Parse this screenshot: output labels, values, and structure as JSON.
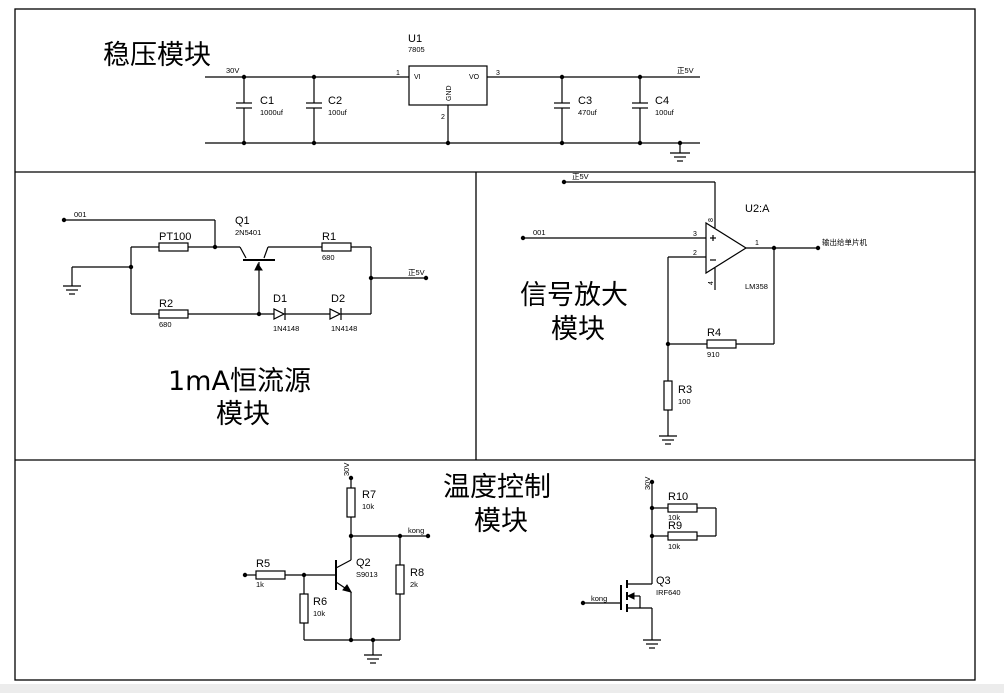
{
  "modules": {
    "regulator": "稳压模块",
    "current_source": [
      "1mA恒流源",
      "模块"
    ],
    "amplifier": [
      "信号放大",
      "模块"
    ],
    "temperature": [
      "温度控制",
      "模块"
    ]
  },
  "regulator": {
    "u1": {
      "ref": "U1",
      "value": "7805",
      "pin_in": "1",
      "pin_out": "3",
      "pin_gnd": "2",
      "lbl_vi": "VI",
      "lbl_vo": "VO",
      "lbl_gnd": "GND"
    },
    "c1": {
      "ref": "C1",
      "value": "1000uf"
    },
    "c2": {
      "ref": "C2",
      "value": "100uf"
    },
    "c3": {
      "ref": "C3",
      "value": "470uf"
    },
    "c4": {
      "ref": "C4",
      "value": "100uf"
    },
    "net_in": "30V",
    "net_out": "正5V"
  },
  "current_source": {
    "net_001": "001",
    "net_5v": "正5V",
    "pt100": {
      "ref": "PT100"
    },
    "r2": {
      "ref": "R2",
      "value": "680"
    },
    "r1": {
      "ref": "R1",
      "value": "680"
    },
    "q1": {
      "ref": "Q1",
      "value": "2N5401"
    },
    "d1": {
      "ref": "D1",
      "value": "1N4148"
    },
    "d2": {
      "ref": "D2",
      "value": "1N4148"
    }
  },
  "amplifier": {
    "net_5v": "正5V",
    "net_001": "001",
    "u2": {
      "ref": "U2:A",
      "value": "LM358",
      "pin_plus": "3",
      "pin_minus": "2",
      "pin_out": "1",
      "pin_vcc": "8",
      "pin_gnd": "4"
    },
    "output": "输出给单片机",
    "r4": {
      "ref": "R4",
      "value": "910"
    },
    "r3": {
      "ref": "R3",
      "value": "100"
    }
  },
  "temperature": {
    "net_30v_left": "30V",
    "net_30v_right": "30V",
    "r7": {
      "ref": "R7",
      "value": "10k"
    },
    "r5": {
      "ref": "R5",
      "value": "1k"
    },
    "r6": {
      "ref": "R6",
      "value": "10k"
    },
    "r8": {
      "ref": "R8",
      "value": "2k"
    },
    "q2": {
      "ref": "Q2",
      "value": "S9013"
    },
    "net_kong_out": "kong",
    "r10": {
      "ref": "R10",
      "value": "10k"
    },
    "r9": {
      "ref": "R9",
      "value": "10k"
    },
    "q3": {
      "ref": "Q3",
      "value": "IRF640"
    },
    "net_kong_in": "kong"
  }
}
